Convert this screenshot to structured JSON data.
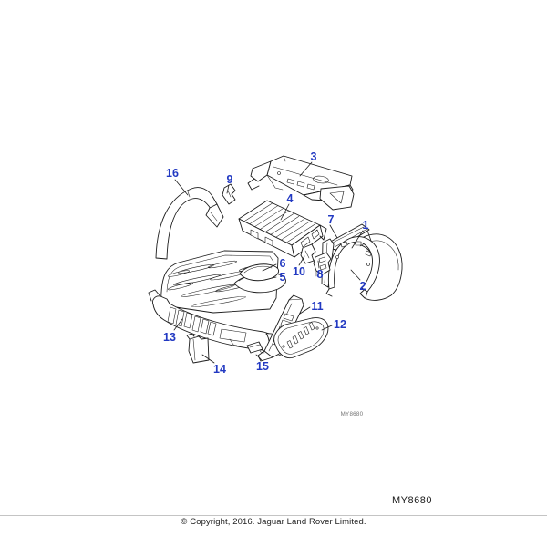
{
  "diagram": {
    "description": "exploded-parts-diagram",
    "watermark": "MY8680",
    "callouts": {
      "1": "1",
      "2": "2",
      "3": "3",
      "4": "4",
      "5": "5",
      "6": "6",
      "7": "7",
      "8": "8",
      "9": "9",
      "10": "10",
      "11": "11",
      "12": "12",
      "13": "13",
      "14": "14",
      "15": "15",
      "16": "16"
    }
  },
  "footer": {
    "code": "MY8680",
    "copyright": "© Copyright, 2016. Jaguar Land Rover Limited."
  },
  "colors": {
    "callout_blue": "#2239c2",
    "line_black": "#1c1c1c",
    "divider": "#c4c4c4",
    "watermark_gray": "#747474"
  }
}
